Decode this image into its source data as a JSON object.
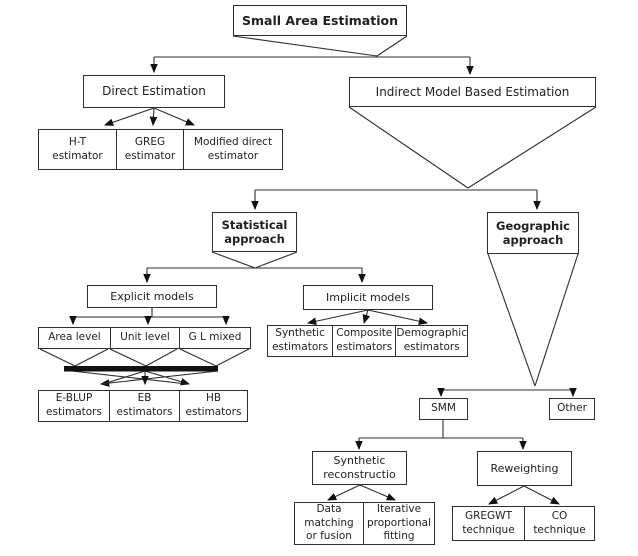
{
  "diagram": {
    "title": "Small Area Estimation",
    "accent_color": "#000000",
    "background_color": "#ffffff",
    "nodes": {
      "sae": "Small Area Estimation",
      "direct": "Direct Estimation",
      "indirect": "Indirect Model Based Estimation",
      "ht": "H-T\nestimator",
      "greg": "GREG\nestimator",
      "modified_direct": "Modified direct\nestimator",
      "statistical": "Statistical\napproach",
      "geographic": "Geographic\napproach",
      "explicit": "Explicit models",
      "implicit": "Implicit models",
      "area_level": "Area level",
      "unit_level": "Unit level",
      "gl_mixed": "G L mixed",
      "eblup": "E-BLUP\nestimators",
      "eb": "EB\nestimators",
      "hb": "HB\nestimators",
      "synthetic_est": "Synthetic\nestimators",
      "composite_est": "Composite\nestimators",
      "demographic_est": "Demographic\nestimators",
      "smm": "SMM",
      "other": "Other",
      "synthetic_reconstruction": "Synthetic\nreconstructio",
      "reweighting": "Reweighting",
      "data_matching": "Data\nmatching\nor fusion",
      "iterative_fitting": "Iterative\nproportional\nfitting",
      "gregwt": "GREGWT\ntechnique",
      "co": "CO\ntechnique"
    }
  }
}
